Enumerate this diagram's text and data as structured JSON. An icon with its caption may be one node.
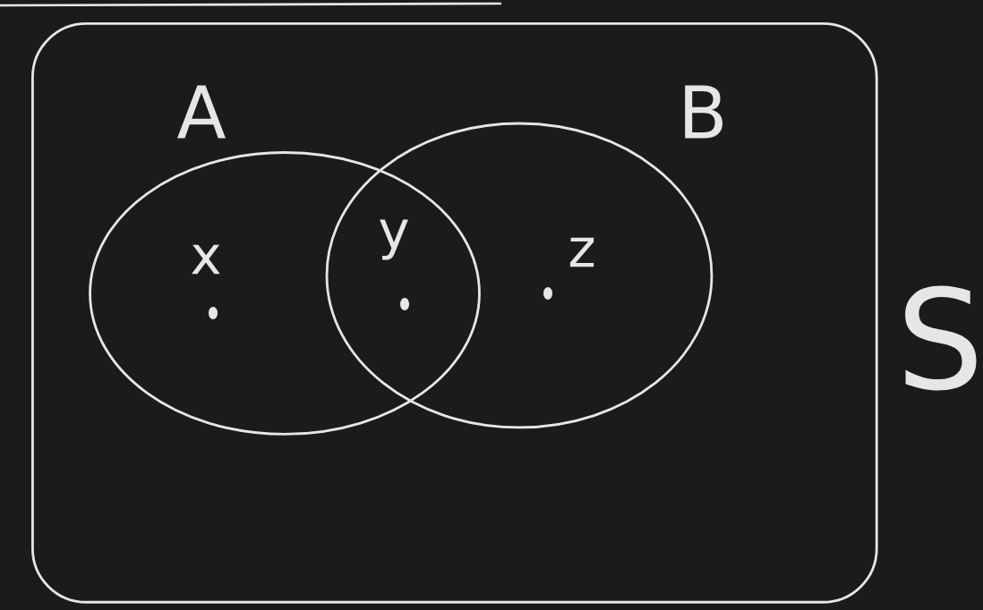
{
  "diagram": {
    "nodes": [
      {
        "text": [
          "S"
        ]
      },
      {
        "text": [
          "A"
        ],
        "in": 0
      },
      {
        "text": [
          "B"
        ],
        "in": 0
      }
    ],
    "labels": [
      "x",
      "y",
      "z"
    ]
  }
}
